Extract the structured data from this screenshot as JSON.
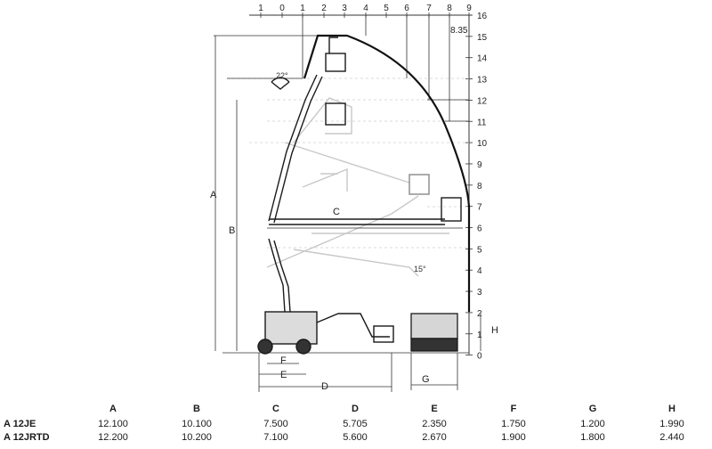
{
  "diagram": {
    "scale_top": [
      "1",
      "0",
      "1",
      "2",
      "3",
      "4",
      "5",
      "6",
      "7",
      "8",
      "9"
    ],
    "scale_right": [
      "16",
      "15",
      "14",
      "13",
      "12",
      "11",
      "10",
      "9",
      "8",
      "7",
      "6",
      "5",
      "4",
      "3",
      "2",
      "1",
      "0"
    ],
    "max_outreach_label": "8.35",
    "dimension_labels": {
      "A": "A",
      "B": "B",
      "C": "C",
      "D": "D",
      "E": "E",
      "F": "F",
      "G": "G",
      "H": "H"
    },
    "rotation_note_top": "22°",
    "rotation_note_side": "15°",
    "colors": {
      "line": "#1a1a1a",
      "ghost": "#c8c8c8",
      "grid": "#d0d0d0"
    }
  },
  "table": {
    "columns": [
      "A",
      "B",
      "C",
      "D",
      "E",
      "F",
      "G",
      "H"
    ],
    "rows": [
      {
        "model": "A 12JE",
        "values": [
          "12.100",
          "10.100",
          "7.500",
          "5.705",
          "2.350",
          "1.750",
          "1.200",
          "1.990"
        ]
      },
      {
        "model": "A 12JRTD",
        "values": [
          "12.200",
          "10.200",
          "7.100",
          "5.600",
          "2.670",
          "1.900",
          "1.800",
          "2.440"
        ]
      }
    ]
  }
}
